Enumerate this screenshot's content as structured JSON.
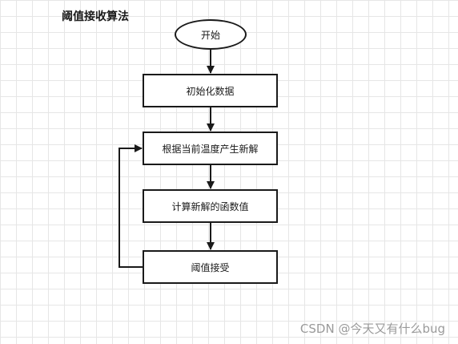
{
  "diagram": {
    "title": "阈值接收算法",
    "nodes": [
      {
        "id": "start",
        "shape": "ellipse",
        "label": "开始"
      },
      {
        "id": "init",
        "shape": "rect",
        "label": "初始化数据"
      },
      {
        "id": "generate",
        "shape": "rect",
        "label": "根据当前温度产生新解"
      },
      {
        "id": "evaluate",
        "shape": "rect",
        "label": "计算新解的函数值"
      },
      {
        "id": "accept",
        "shape": "rect",
        "label": "阈值接受"
      }
    ],
    "edges": [
      {
        "from": "start",
        "to": "init"
      },
      {
        "from": "init",
        "to": "generate"
      },
      {
        "from": "generate",
        "to": "evaluate"
      },
      {
        "from": "evaluate",
        "to": "accept"
      },
      {
        "from": "accept",
        "to": "generate",
        "route": "loop-left"
      }
    ]
  },
  "watermark": "CSDN @今天又有什么bug",
  "colors": {
    "stroke": "#1a1a1a",
    "grid": "#e6e6e6",
    "watermark": "#9a9a9a"
  }
}
